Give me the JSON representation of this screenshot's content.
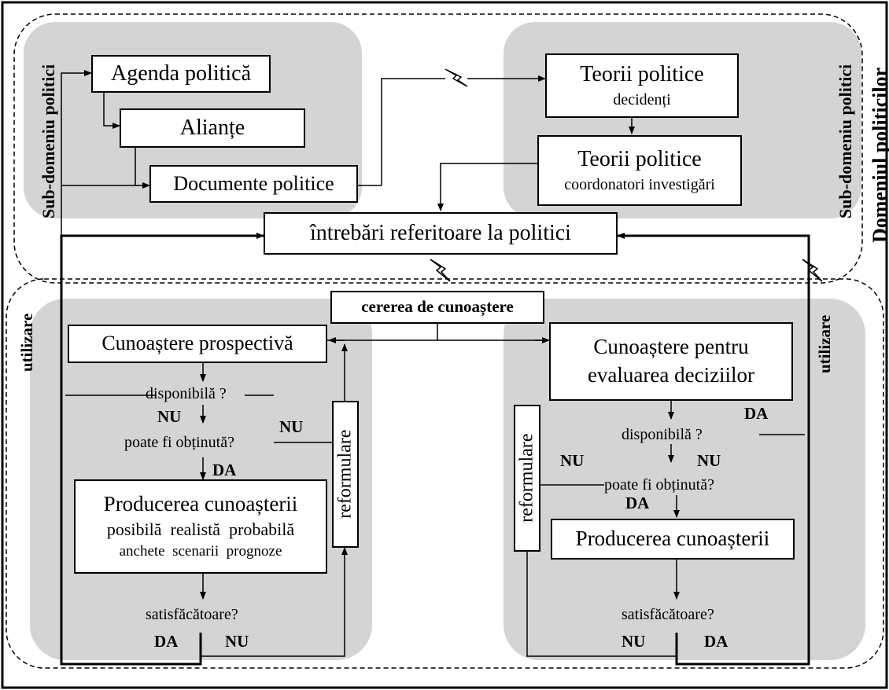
{
  "colors": {
    "region": "#d4d4d4",
    "line": "#000000",
    "box": "#ffffff"
  },
  "domain_label": "Domeniul politicilor",
  "sub_domain_left": "Sub-domeniu politici",
  "sub_domain_right": "Sub-domeniu politici",
  "utilizare_left": "utilizare",
  "utilizare_right": "utilizare",
  "boxes": {
    "agenda": "Agenda politică",
    "aliante": "Alianțe",
    "documente": "Documente politice",
    "teorii1_title": "Teorii politice",
    "teorii1_sub": "decidenți",
    "teorii2_title": "Teorii politice",
    "teorii2_sub": "coordonatori investigări",
    "intrebari": "întrebări referitoare la politici",
    "cererea": "cererea de cunoaștere",
    "prospectiva": "Cunoaștere prospectivă",
    "evaluare_line1": "Cunoaștere pentru",
    "evaluare_line2": "evaluarea deciziilor",
    "productie_left_title": "Producerea cunoașterii",
    "productie_left_row1": "posibilă  realistă  probabilă",
    "productie_left_row2": "anchete  scenarii  prognoze",
    "productie_right": "Producerea cunoașterii",
    "reformulare_left": "reformulare",
    "reformulare_right": "reformulare"
  },
  "left_flow": {
    "q1": "disponibilă ?",
    "q2": "poate fi obținută?",
    "q3": "satisfăcătoare?",
    "nu1": "NU",
    "nu2": "NU",
    "da1": "DA",
    "da_bottom": "DA",
    "nu_bottom": "NU"
  },
  "right_flow": {
    "q1": "disponibilă ?",
    "q2": "poate fi obținută?",
    "q3": "satisfăcătoare?",
    "da_top": "DA",
    "nu1": "NU",
    "nu2": "NU",
    "da2": "DA",
    "nu_bottom": "NU",
    "da_bottom": "DA"
  }
}
